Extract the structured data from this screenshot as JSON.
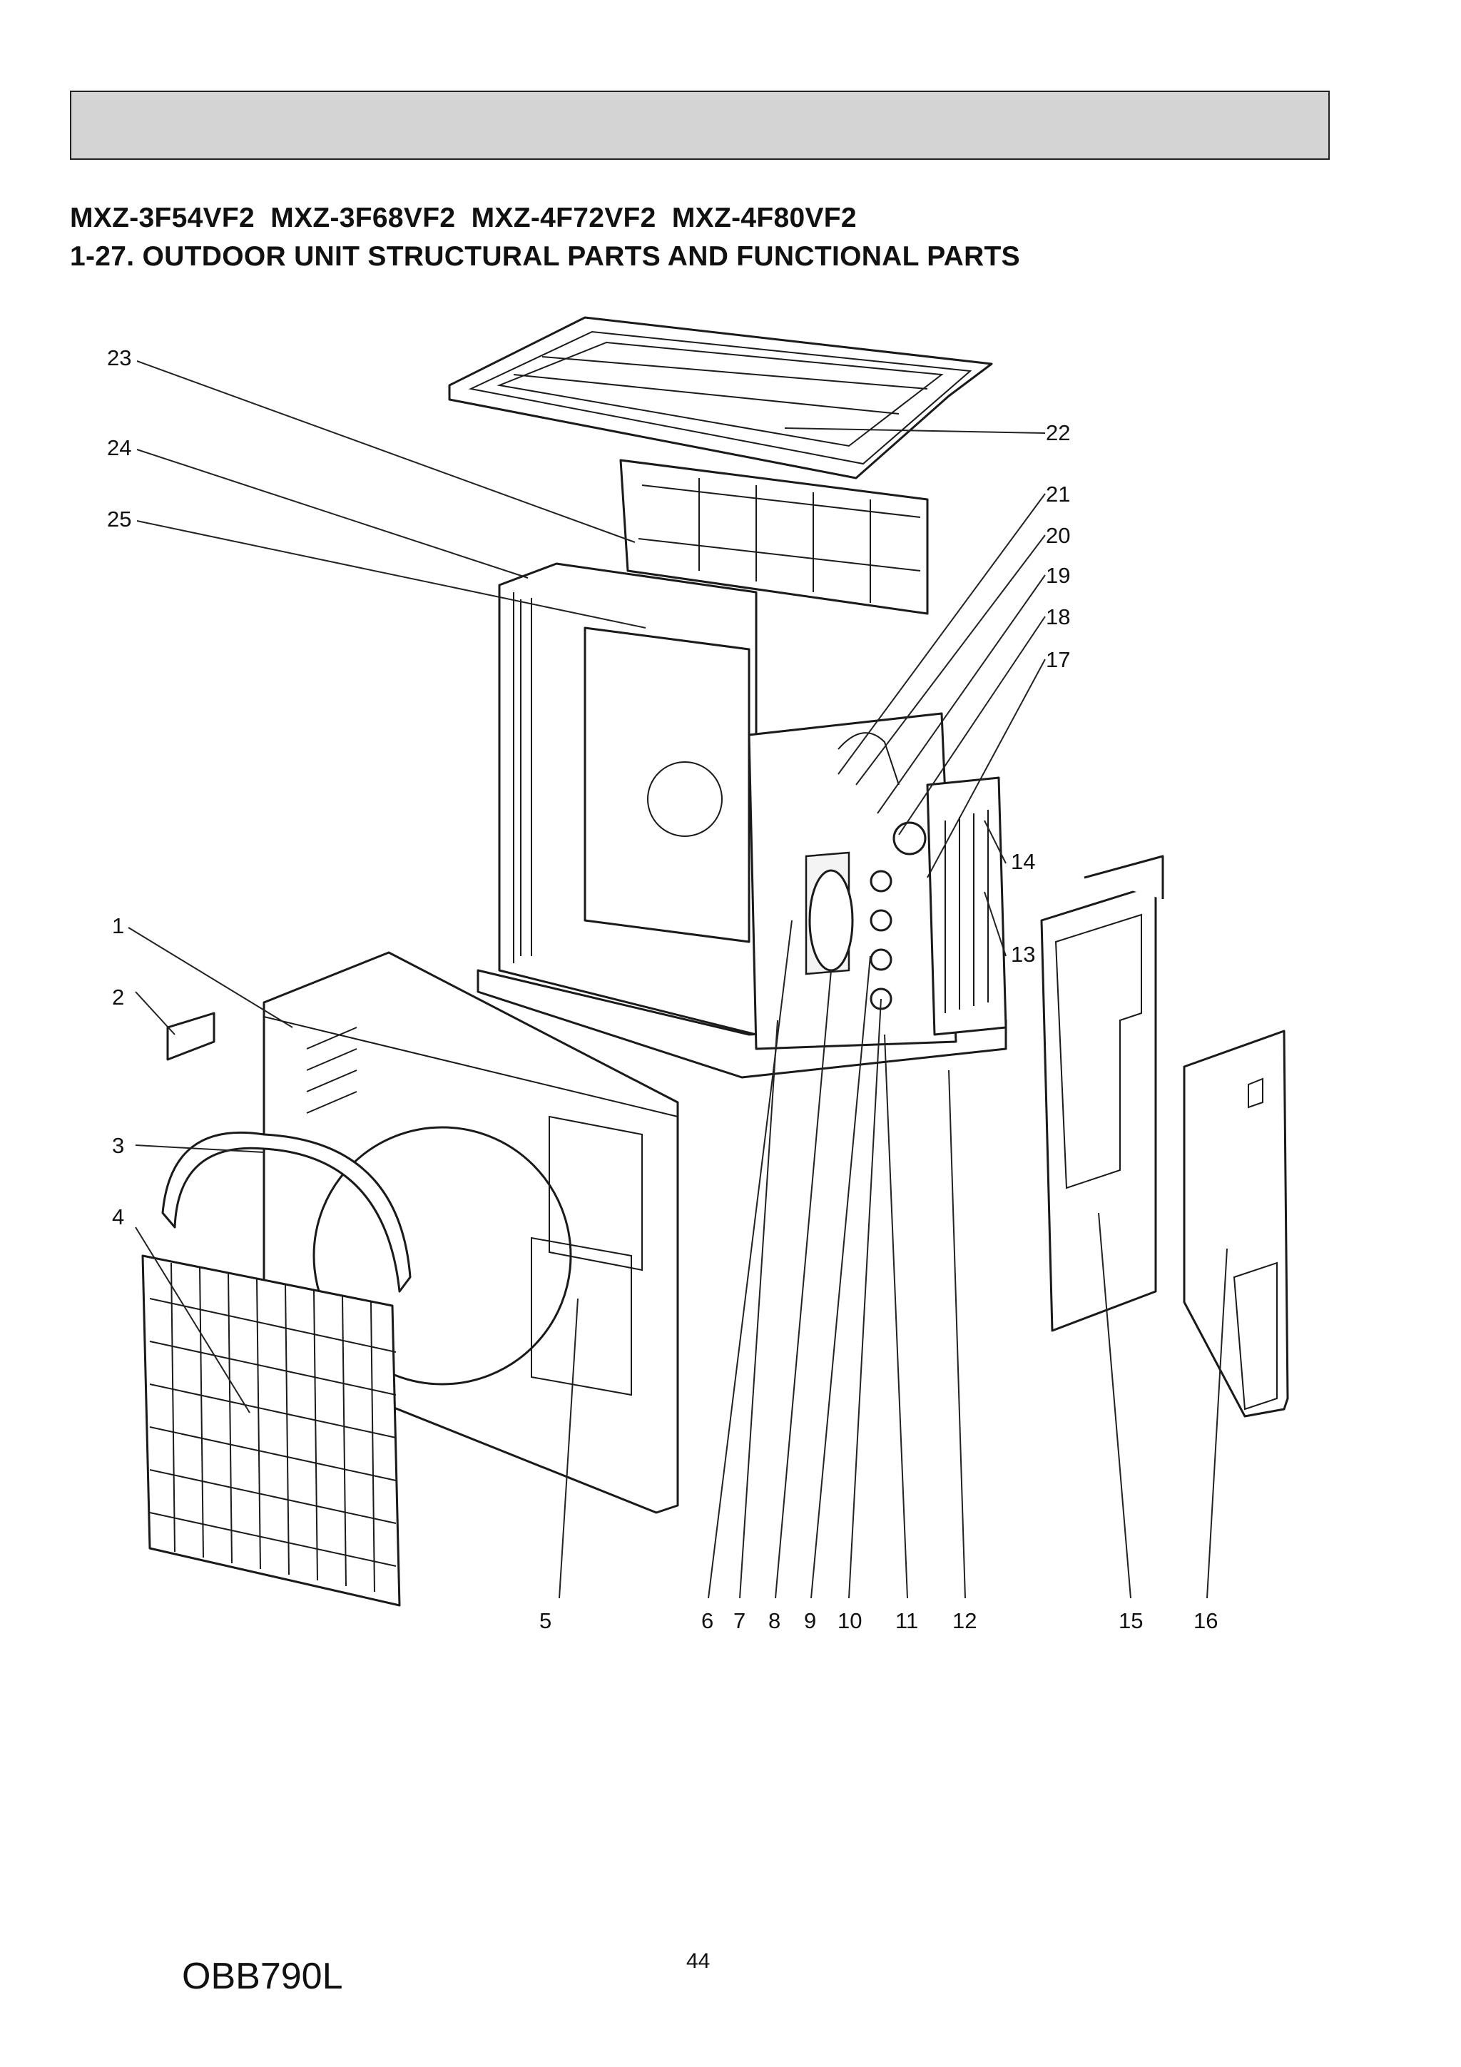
{
  "header": {
    "models": "MXZ-3F54VF2  MXZ-3F68VF2  MXZ-4F72VF2  MXZ-4F80VF2",
    "section_title": "1-27. OUTDOOR UNIT STRUCTURAL PARTS AND FUNCTIONAL PARTS"
  },
  "callouts": [
    "1",
    "2",
    "3",
    "4",
    "5",
    "6",
    "7",
    "8",
    "9",
    "10",
    "11",
    "12",
    "13",
    "14",
    "15",
    "16",
    "17",
    "18",
    "19",
    "20",
    "21",
    "22",
    "23",
    "24",
    "25"
  ],
  "footer": {
    "doc_code": "OBB790L",
    "page_number": "44"
  }
}
